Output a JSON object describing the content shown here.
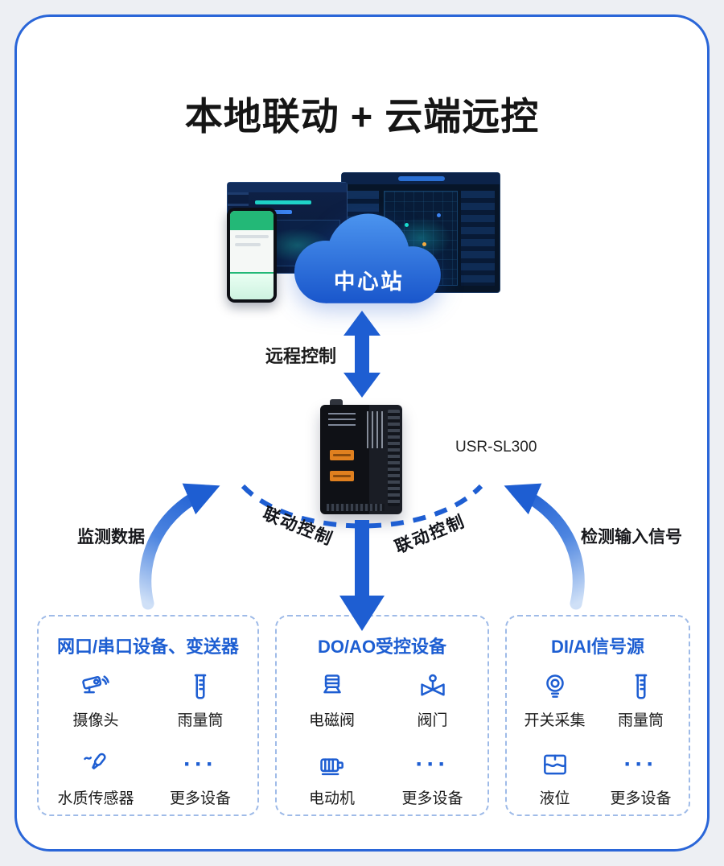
{
  "title": "本地联动 + 云端远控",
  "cloud": {
    "label": "中心站"
  },
  "labels": {
    "remote_control": "远程控制",
    "monitor_data": "监测数据",
    "detect_input": "检测输入信号",
    "linkage_left": "联动控制",
    "linkage_right": "联动控制"
  },
  "device": {
    "model": "USR-SL300"
  },
  "ui": {
    "more_glyph": "···"
  },
  "groups": [
    {
      "title": "网口/串口设备、变送器",
      "items": [
        {
          "icon": "camera",
          "label": "摄像头"
        },
        {
          "icon": "rain-gauge",
          "label": "雨量筒"
        },
        {
          "icon": "water-sensor",
          "label": "水质传感器"
        },
        {
          "icon": "more",
          "label": "更多设备"
        }
      ]
    },
    {
      "title": "DO/AO受控设备",
      "items": [
        {
          "icon": "solenoid-valve",
          "label": "电磁阀"
        },
        {
          "icon": "valve",
          "label": "阀门"
        },
        {
          "icon": "motor",
          "label": "电动机"
        },
        {
          "icon": "more",
          "label": "更多设备"
        }
      ]
    },
    {
      "title": "DI/AI信号源",
      "items": [
        {
          "icon": "switch",
          "label": "开关采集"
        },
        {
          "icon": "rain-gauge",
          "label": "雨量筒"
        },
        {
          "icon": "level",
          "label": "液位"
        },
        {
          "icon": "more",
          "label": "更多设备"
        }
      ]
    }
  ],
  "colors": {
    "primary": "#1e5ed2",
    "card_border": "#2a66d8",
    "box_border_dashed": "#9fbbe8",
    "cloud_top": "#4e97f0",
    "cloud_bottom": "#1652c9",
    "device_port_orange": "#e0801f",
    "title_text": "#151515",
    "page_background": "#edeff3"
  }
}
